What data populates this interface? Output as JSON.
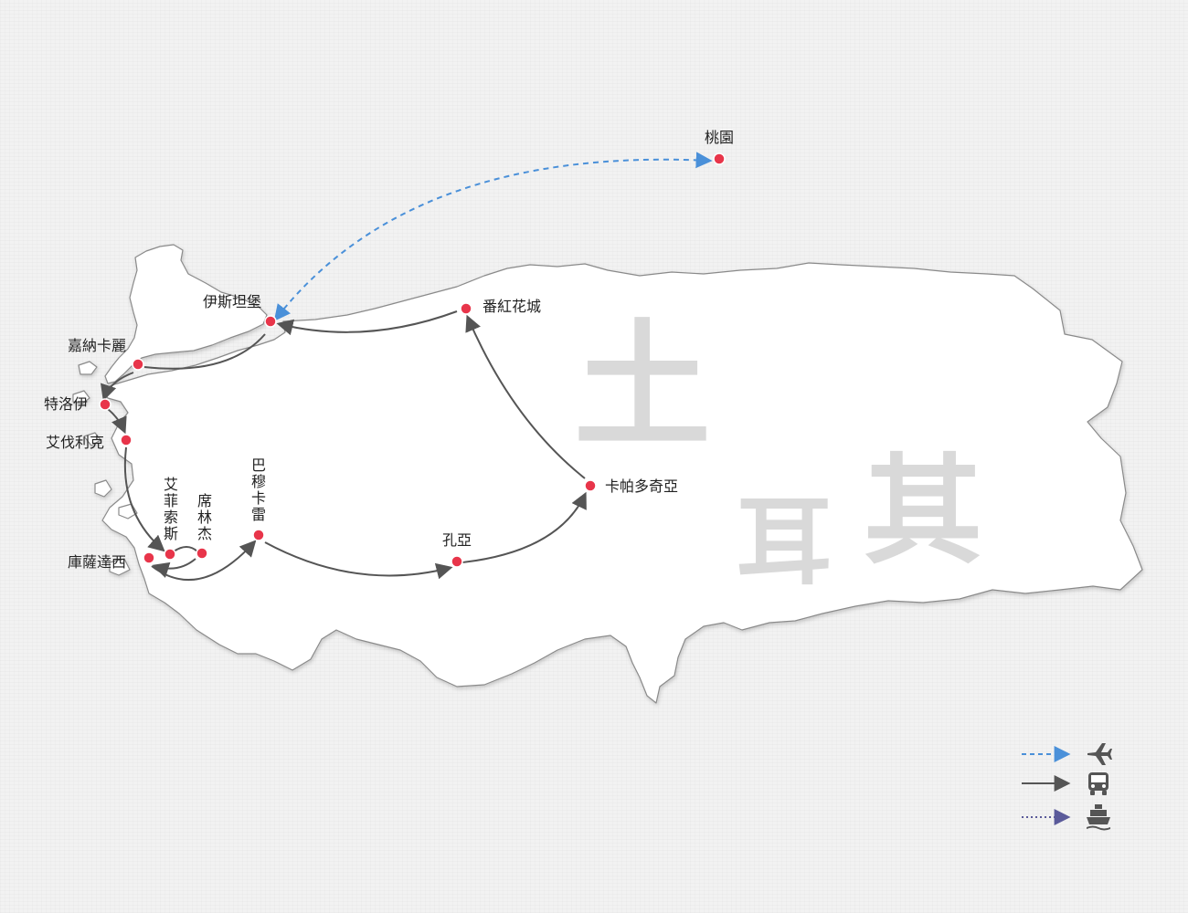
{
  "country_title": [
    "土",
    "耳",
    "其"
  ],
  "cities": [
    {
      "id": "taoyuan",
      "name": "桃園"
    },
    {
      "id": "istanbul",
      "name": "伊斯坦堡"
    },
    {
      "id": "safranbolu",
      "name": "番紅花城"
    },
    {
      "id": "canakkale",
      "name": "嘉納卡麗"
    },
    {
      "id": "troy",
      "name": "特洛伊"
    },
    {
      "id": "ayvalik",
      "name": "艾伐利克"
    },
    {
      "id": "kusadasi",
      "name": "庫薩達西"
    },
    {
      "id": "ephesus",
      "name": "艾菲索斯"
    },
    {
      "id": "sirince",
      "name": "席林杰"
    },
    {
      "id": "pamukkale",
      "name": "巴穆卡雷"
    },
    {
      "id": "konya",
      "name": "孔亞"
    },
    {
      "id": "cappadocia",
      "name": "卡帕多奇亞"
    }
  ],
  "routes": [
    {
      "from": "taoyuan",
      "to": "istanbul",
      "mode": "flight"
    },
    {
      "from": "istanbul",
      "to": "canakkale",
      "mode": "bus"
    },
    {
      "from": "canakkale",
      "to": "troy",
      "mode": "bus"
    },
    {
      "from": "troy",
      "to": "ayvalik",
      "mode": "bus"
    },
    {
      "from": "ayvalik",
      "to": "ephesus",
      "mode": "bus"
    },
    {
      "from": "ephesus",
      "to": "sirince",
      "mode": "bus"
    },
    {
      "from": "sirince",
      "to": "kusadasi",
      "mode": "bus"
    },
    {
      "from": "kusadasi",
      "to": "pamukkale",
      "mode": "bus"
    },
    {
      "from": "pamukkale",
      "to": "konya",
      "mode": "bus"
    },
    {
      "from": "konya",
      "to": "cappadocia",
      "mode": "bus"
    },
    {
      "from": "cappadocia",
      "to": "safranbolu",
      "mode": "bus"
    },
    {
      "from": "safranbolu",
      "to": "istanbul",
      "mode": "bus"
    }
  ],
  "legend": [
    {
      "mode": "flight",
      "icon": "airplane-icon",
      "color": "#4a90d9"
    },
    {
      "mode": "bus",
      "icon": "bus-icon",
      "color": "#555555"
    },
    {
      "mode": "ship",
      "icon": "ship-icon",
      "color": "#5a5a9a"
    }
  ],
  "colors": {
    "city_marker": "#e8354a",
    "land": "#ffffff",
    "land_border": "#8a8a8a",
    "title_text": "#d9d9d9"
  }
}
